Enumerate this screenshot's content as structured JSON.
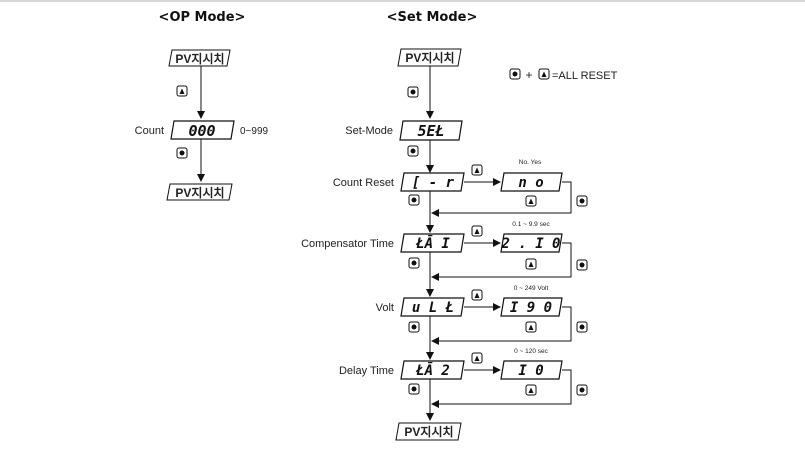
{
  "titles": {
    "op_mode": "<OP Mode>",
    "set_mode": "<Set Mode>"
  },
  "pv_label": "PV지시치",
  "legend": {
    "all_reset": "=ALL RESET"
  },
  "op_mode": {
    "count_label": "Count",
    "count_display": "000",
    "count_range": "0~999"
  },
  "set_mode": {
    "set_label": "Set-Mode",
    "set_display": "5EŁ",
    "rows": [
      {
        "label": "Count Reset",
        "display": "[ - r",
        "value_display": "n o",
        "range": "No. Yes"
      },
      {
        "label": "Compensator Time",
        "display": "ŁĀ I",
        "value_display": "2 . I 0",
        "range": "0.1 ~ 9.9 sec"
      },
      {
        "label": "Volt",
        "display": "u L Ł",
        "value_display": "I 9 0",
        "range": "0 ~ 249 Volt"
      },
      {
        "label": "Delay Time",
        "display": "ŁĀ 2",
        "value_display": "I 0",
        "range": "0 ~ 120 sec"
      }
    ]
  }
}
